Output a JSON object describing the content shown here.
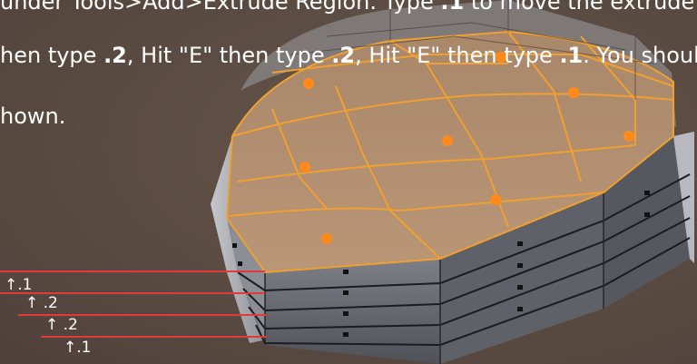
{
  "instructions": {
    "line1": {
      "prefix": "under Tools>Add>Extrude Region. Type ",
      "bold": ".1",
      "suffix": " to move the extrude"
    },
    "line2": {
      "p1": "hen type ",
      "b1": ".2",
      "p2": ", Hit \"E\" then type ",
      "b2": ".2",
      "p3": ", Hit \"E\" then type ",
      "b3": ".1",
      "p4": ". You should"
    },
    "line3": "hown."
  },
  "markers": [
    {
      "label": "↑.1"
    },
    {
      "label": "↑ .2"
    },
    {
      "label": "↑ .2"
    },
    {
      "label": "↑.1"
    }
  ],
  "colors": {
    "background": "#5a4b42",
    "selected_face": "#b48f6f",
    "selected_edge": "#f0a030",
    "vertex_dot": "#ff8a1a",
    "side_face": "#6a6d74",
    "guide_line": "#e03a3a"
  }
}
